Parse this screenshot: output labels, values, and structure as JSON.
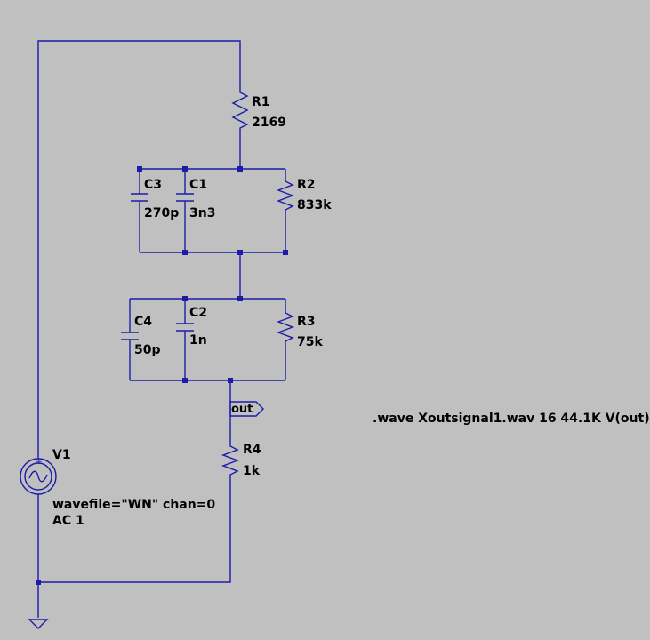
{
  "schematic": {
    "wire_color": "#1c1ca8",
    "node_color": "#1c1ca8",
    "component_color": "#1c1ca8",
    "background": "#c0c0c0",
    "components": {
      "R1": {
        "name": "R1",
        "value": "2169"
      },
      "R2": {
        "name": "R2",
        "value": "833k"
      },
      "R3": {
        "name": "R3",
        "value": "75k"
      },
      "R4": {
        "name": "R4",
        "value": "1k"
      },
      "C1": {
        "name": "C1",
        "value": "3n3"
      },
      "C2": {
        "name": "C2",
        "value": "1n"
      },
      "C3": {
        "name": "C3",
        "value": "270p"
      },
      "C4": {
        "name": "C4",
        "value": "50p"
      },
      "V1": {
        "name": "V1",
        "value_line1": "wavefile=\"WN\" chan=0",
        "value_line2": "AC 1"
      }
    },
    "net_label": "out",
    "spice_directive": ".wave Xoutsignal1.wav 16 44.1K V(out)"
  }
}
